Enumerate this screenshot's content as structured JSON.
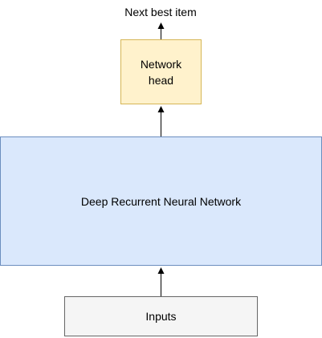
{
  "output_label": "Next best item",
  "nodes": {
    "head": {
      "label": "Network\nhead",
      "fill": "#fff2cc",
      "stroke": "#d6b656"
    },
    "rnn": {
      "label": "Deep Recurrent Neural Network",
      "fill": "#dae8fc",
      "stroke": "#6c8ebf"
    },
    "inputs": {
      "label": "Inputs",
      "fill": "#f5f5f5",
      "stroke": "#666666"
    }
  },
  "edges": [
    {
      "from": "inputs",
      "to": "rnn"
    },
    {
      "from": "rnn",
      "to": "head"
    },
    {
      "from": "head",
      "to": "output"
    }
  ],
  "colors": {
    "arrow": "#000000"
  }
}
